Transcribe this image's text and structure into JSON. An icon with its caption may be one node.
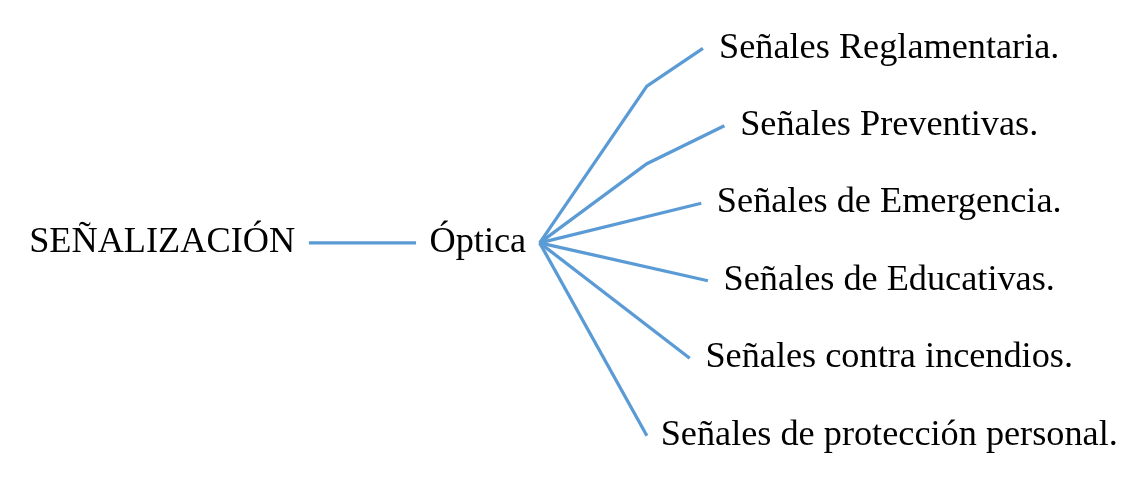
{
  "diagram": {
    "nodes": [
      {
        "text": [
          "SEÑALIZACIÓN"
        ]
      },
      {
        "text": [
          "Óptica"
        ]
      },
      {
        "text": [
          "Señales Reglamentaria."
        ]
      },
      {
        "text": [
          "Señales Preventivas."
        ]
      },
      {
        "text": [
          "Señales de Emergencia."
        ]
      },
      {
        "text": [
          "Señales de Educativas."
        ]
      },
      {
        "text": [
          "Señales contra incendios."
        ]
      },
      {
        "text": [
          "Señales de protección personal."
        ]
      }
    ],
    "edges": [
      {
        "from": 0,
        "to": 1,
        "arrow": "none"
      },
      {
        "from": 1,
        "to": 2,
        "arrow": "none"
      },
      {
        "from": 1,
        "to": 3,
        "arrow": "none"
      },
      {
        "from": 1,
        "to": 4,
        "arrow": "none"
      },
      {
        "from": 1,
        "to": 5,
        "arrow": "none"
      },
      {
        "from": 1,
        "to": 6,
        "arrow": "none"
      },
      {
        "from": 1,
        "to": 7,
        "arrow": "none"
      }
    ]
  }
}
